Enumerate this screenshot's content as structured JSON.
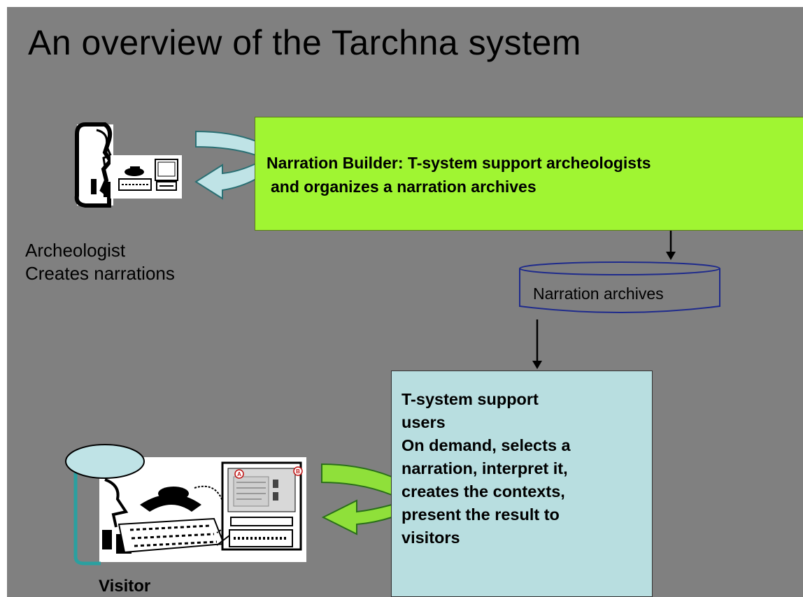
{
  "slide": {
    "title": "An overview of the Tarchna system",
    "archeologist": {
      "line1": "Archeologist",
      "line2": "Creates narrations"
    },
    "narration_builder": {
      "line1": "Narration Builder: T-system support archeologists",
      "line2": " and organizes a narration archives"
    },
    "database": {
      "label": "Narration archives"
    },
    "support_users": {
      "lines": [
        "T-system support",
        "users",
        "On demand, selects a",
        "narration, interpret it,",
        "creates the contexts,",
        "present the result to",
        "visitors"
      ]
    },
    "visitor": {
      "label": "Visitor"
    },
    "screen_markers": {
      "a": "A",
      "b": "B"
    }
  },
  "colors": {
    "background": "#808080",
    "builder_box": "#a0f532",
    "support_box": "#b8dee0",
    "arrow_top": "#bfe3e6",
    "arrow_bottom": "#8fe03a"
  }
}
